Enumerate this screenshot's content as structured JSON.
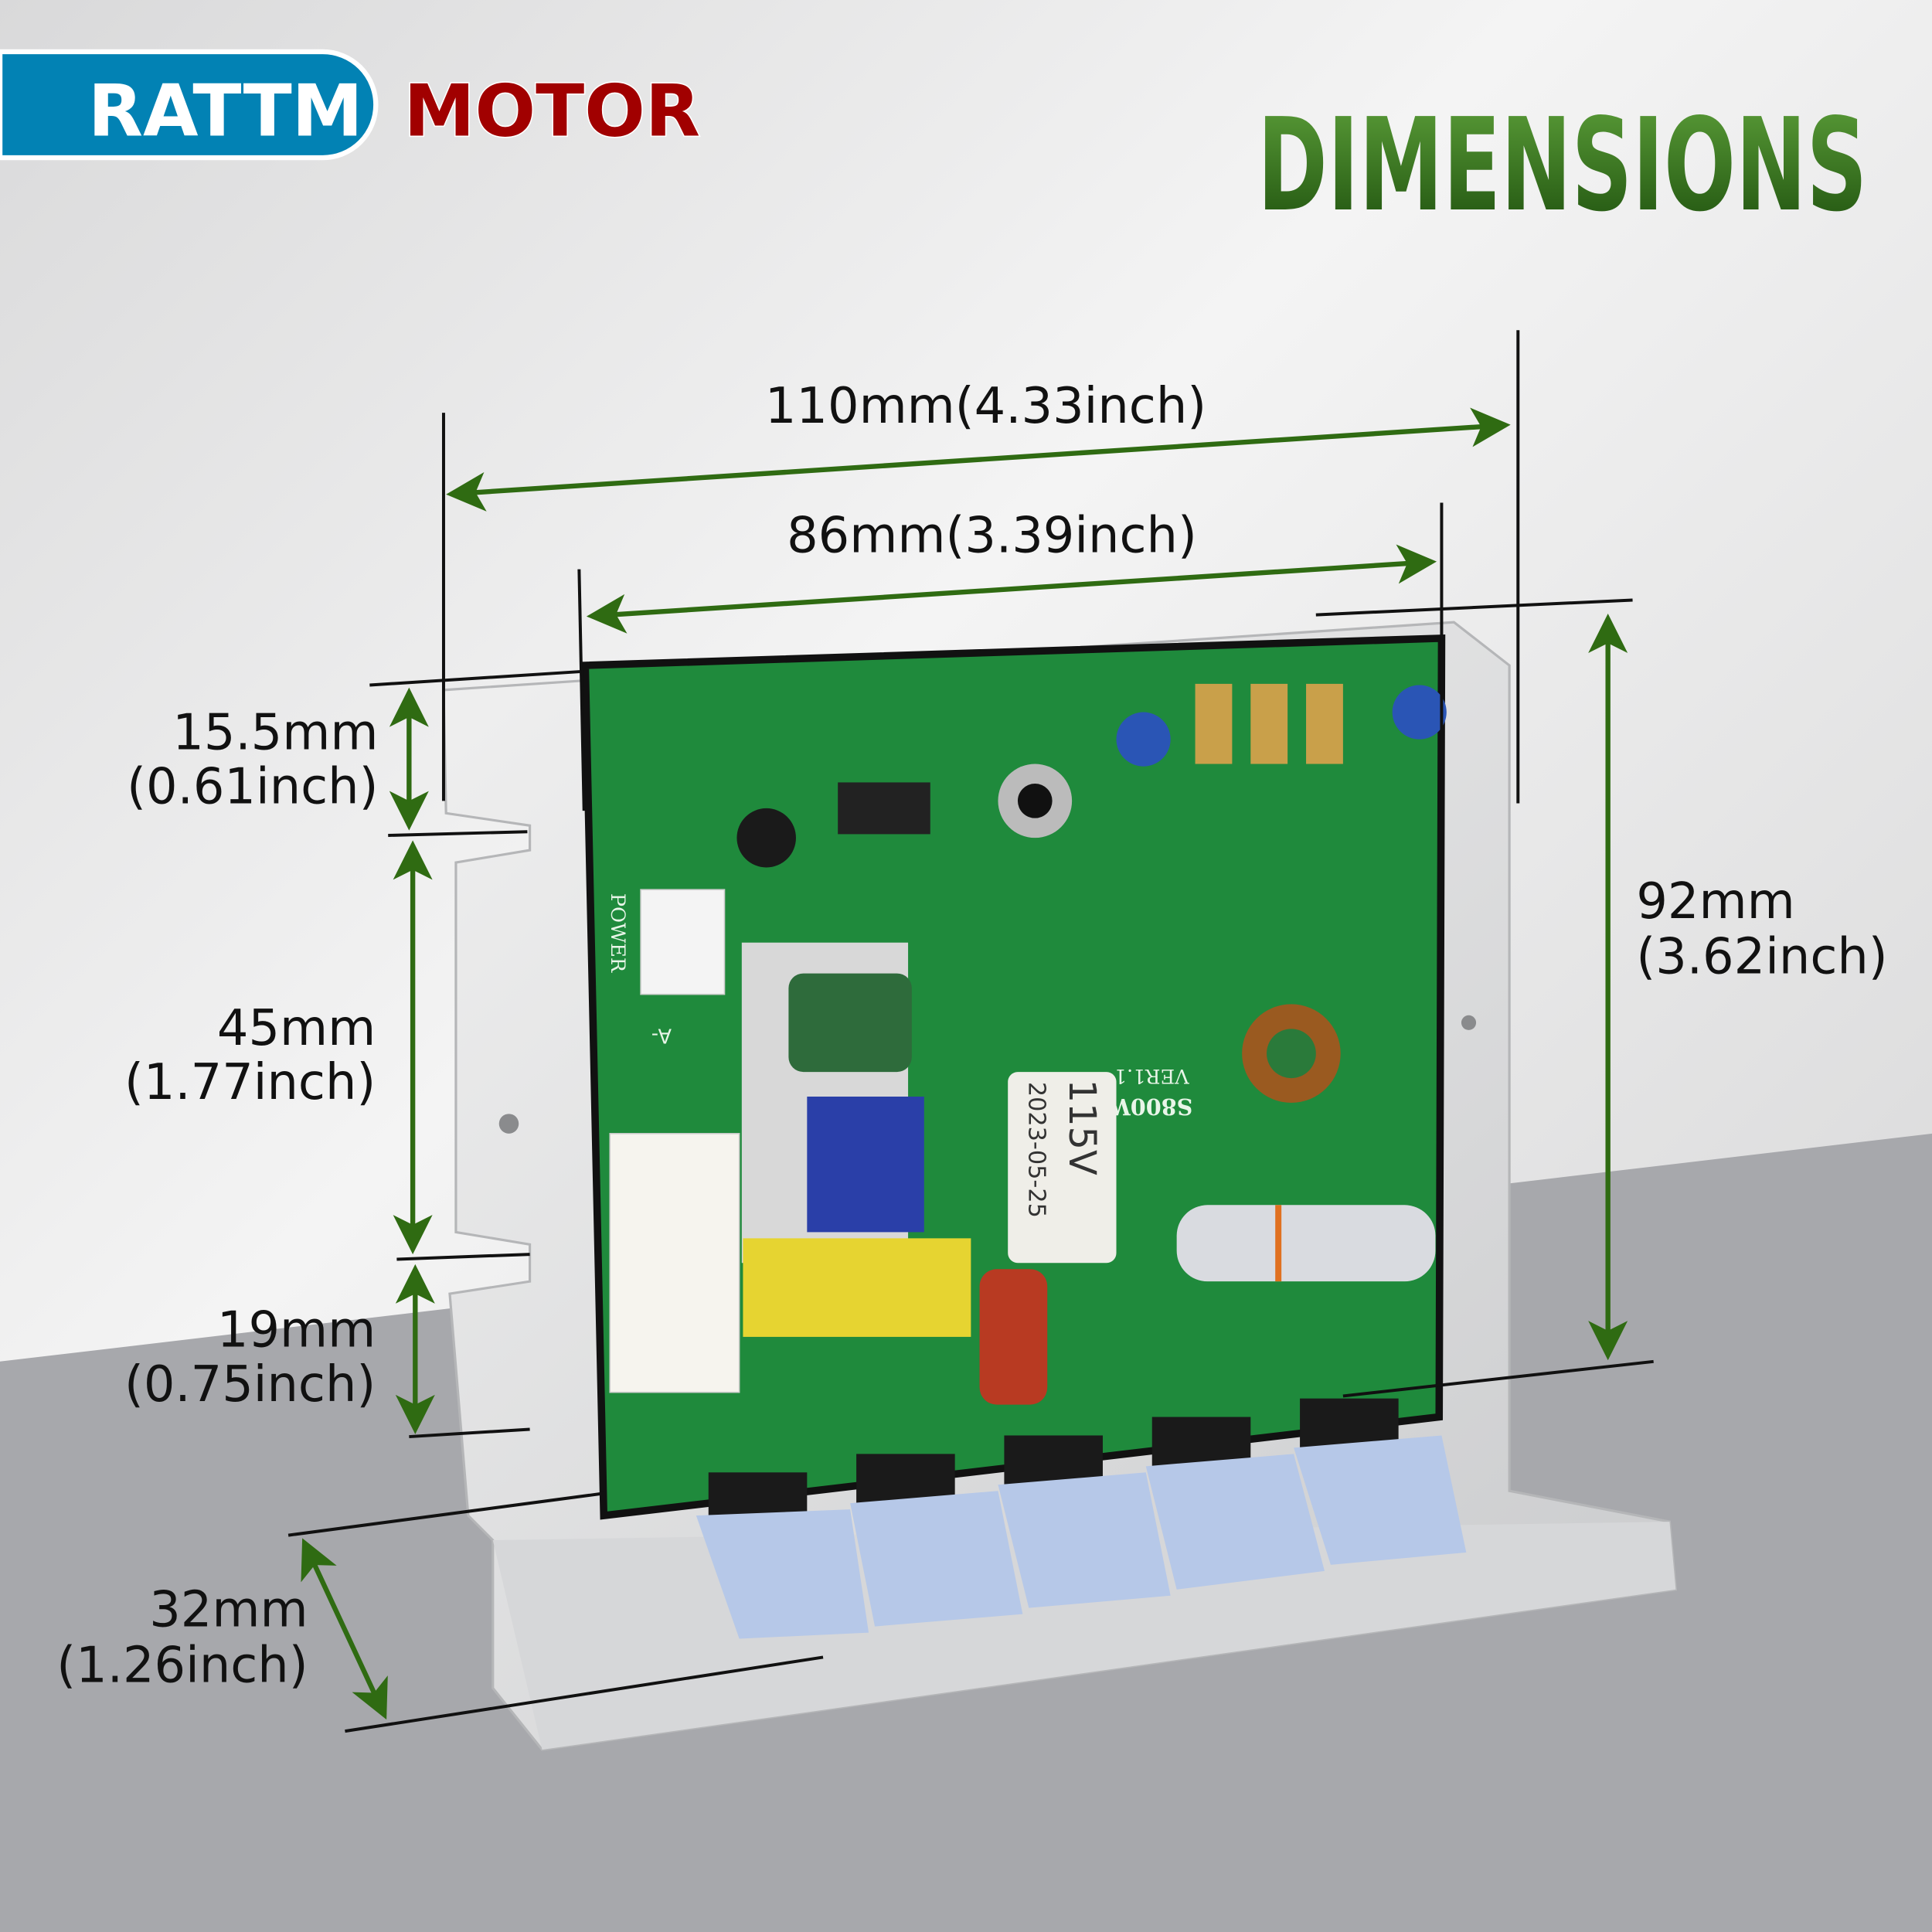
{
  "brand": {
    "left": "RATTM",
    "right": "MOTOR",
    "left_bg": "#0282b4",
    "right_color": "#a10000"
  },
  "title": "DIMENSIONS",
  "accent_green": "#2f6b12",
  "dimensions": {
    "overall_width": "110mm(4.33inch)",
    "board_width": "86mm(3.39inch)",
    "height": {
      "mm": "92mm",
      "inch": "(3.62inch)"
    },
    "top_slot_offset": {
      "mm": "15.5mm",
      "inch": "(0.61inch)"
    },
    "slot_spacing": {
      "mm": "45mm",
      "inch": "(1.77inch)"
    },
    "bottom_slot_offset": {
      "mm": "19mm",
      "inch": "(0.75inch)"
    },
    "base_depth": {
      "mm": "32mm",
      "inch": "(1.26inch)"
    }
  },
  "product_label": {
    "voltage": "115V",
    "date": "2023-05-25"
  },
  "pcb_silkscreen": {
    "power": "POWER",
    "model": "S800W",
    "version": "VER1.1",
    "terminal": "A-"
  }
}
